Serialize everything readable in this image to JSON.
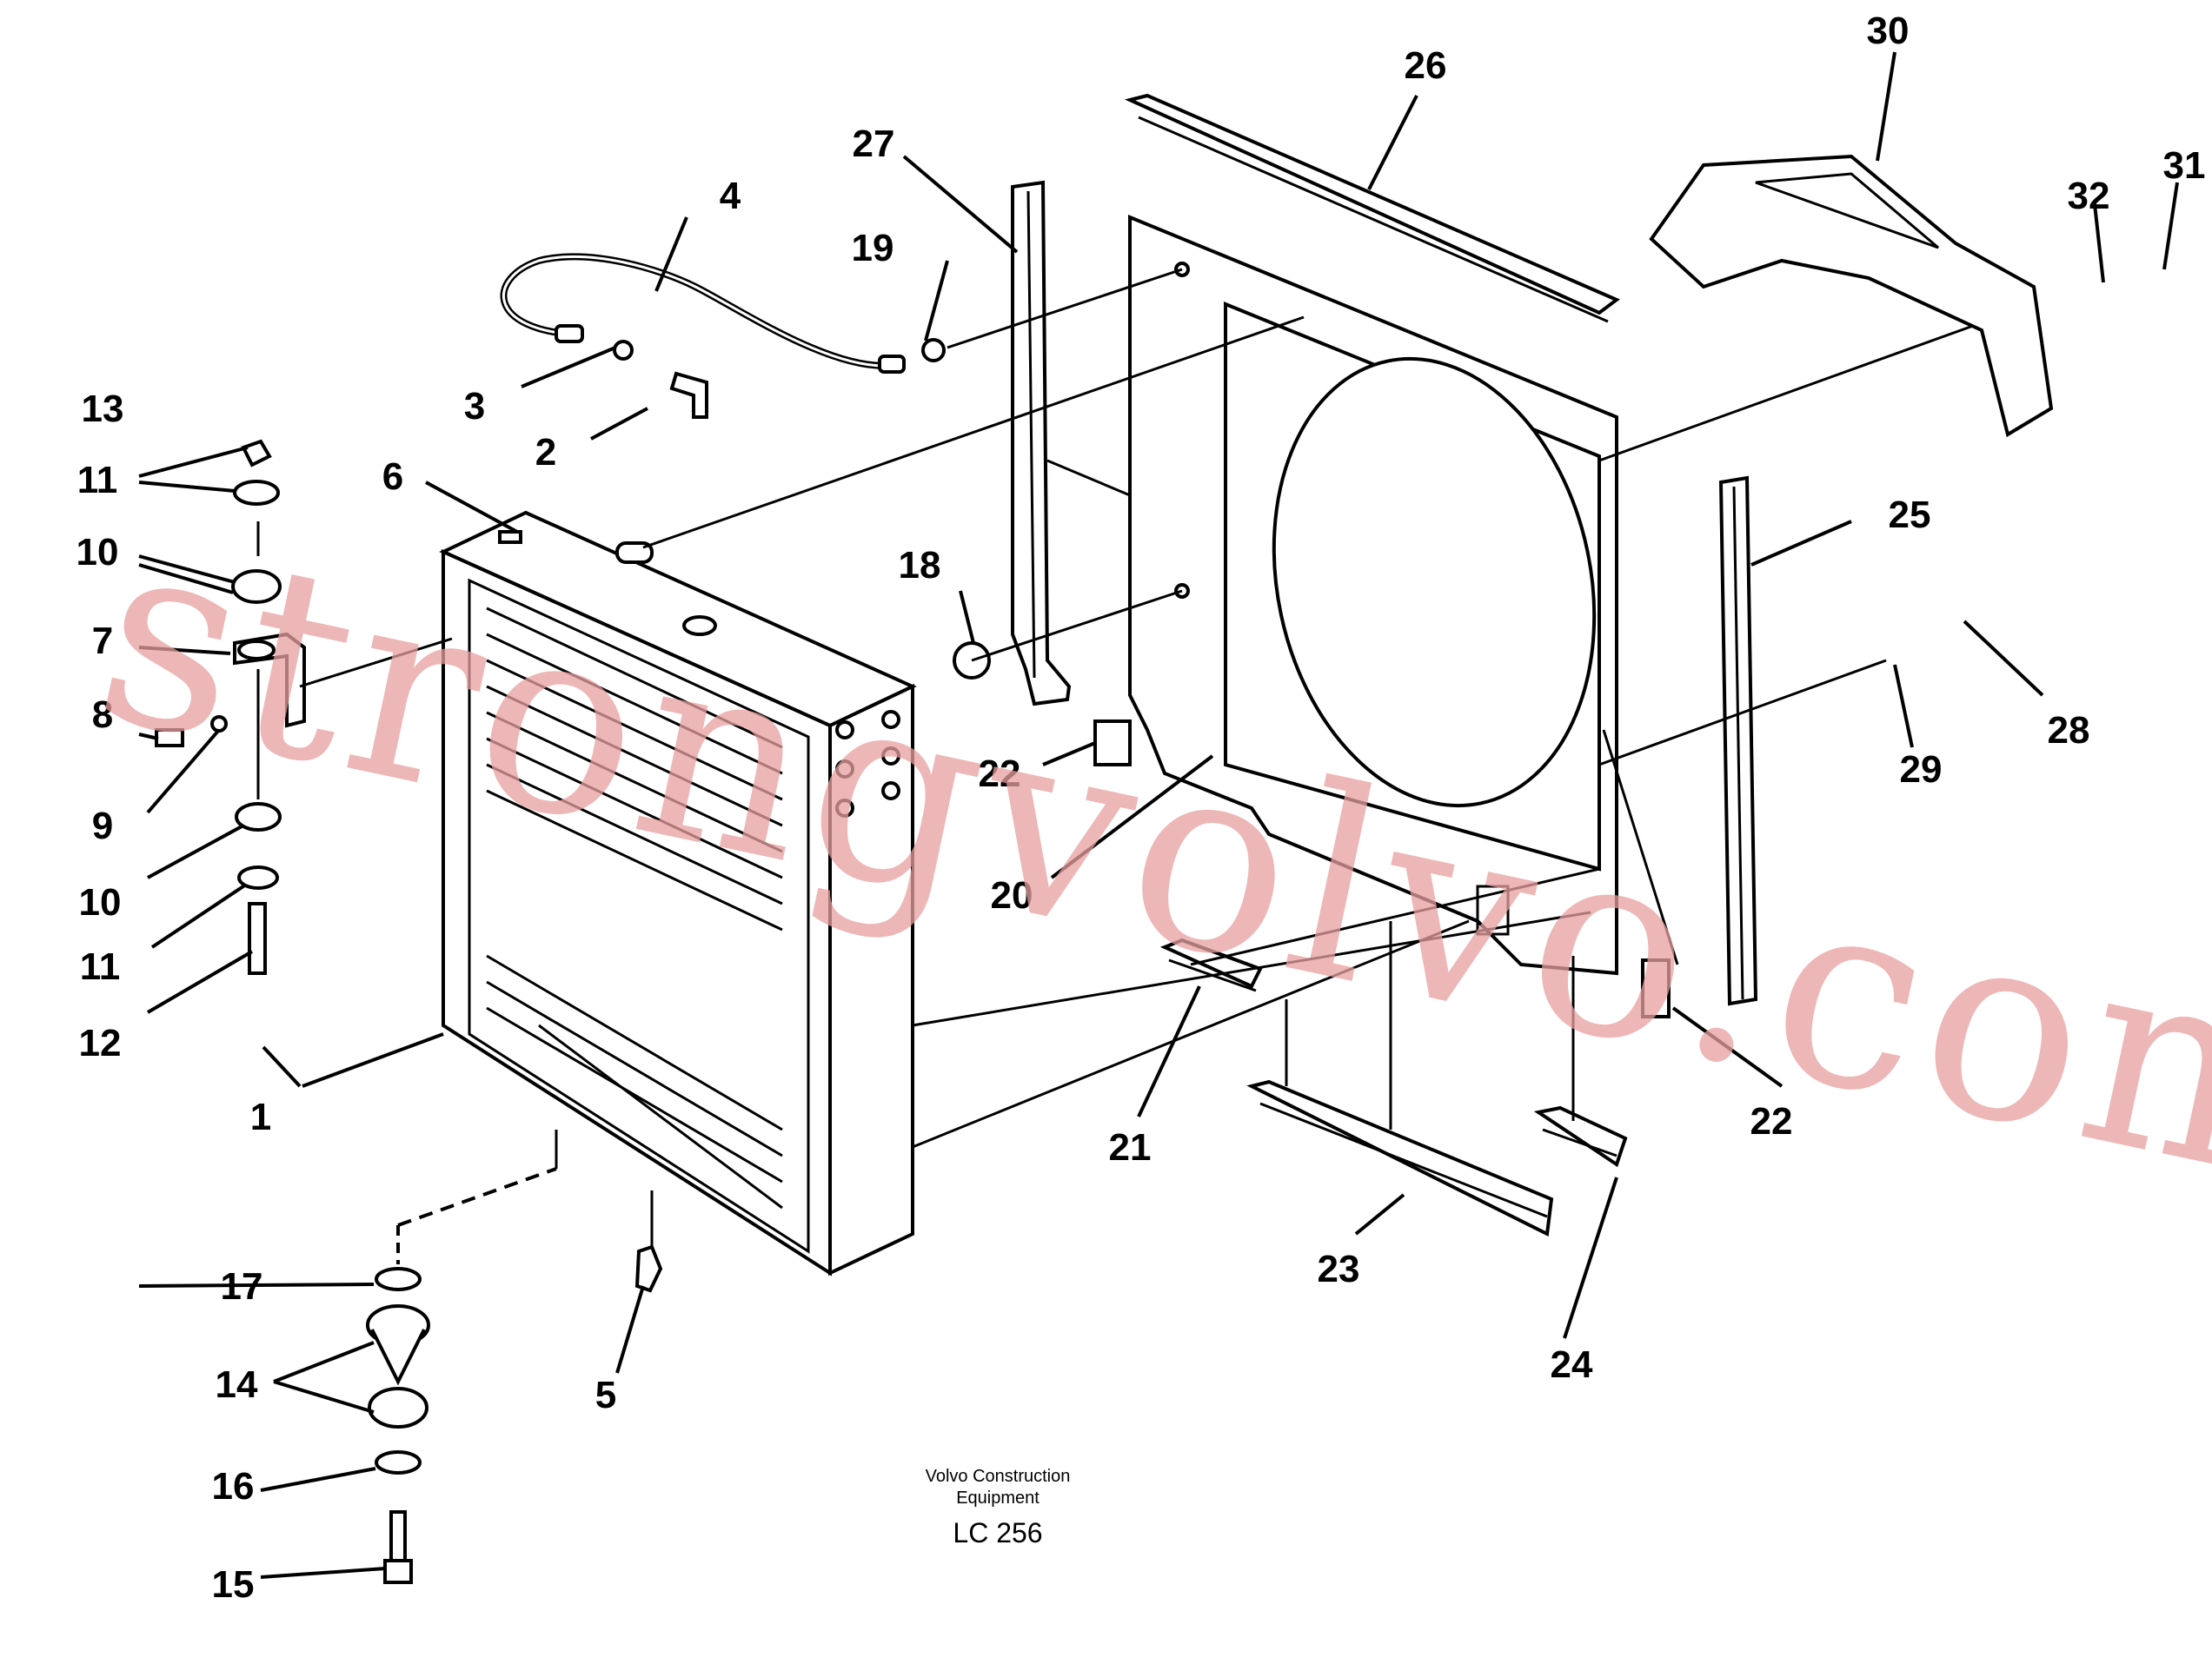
{
  "callouts": [
    {
      "id": "c1",
      "text": "1"
    },
    {
      "id": "c2",
      "text": "2"
    },
    {
      "id": "c3",
      "text": "3"
    },
    {
      "id": "c4",
      "text": "4"
    },
    {
      "id": "c5",
      "text": "5"
    },
    {
      "id": "c6",
      "text": "6"
    },
    {
      "id": "c7",
      "text": "7"
    },
    {
      "id": "c8",
      "text": "8"
    },
    {
      "id": "c9",
      "text": "9"
    },
    {
      "id": "c10a",
      "text": "10"
    },
    {
      "id": "c10b",
      "text": "10"
    },
    {
      "id": "c11a",
      "text": "11"
    },
    {
      "id": "c11b",
      "text": "11"
    },
    {
      "id": "c12",
      "text": "12"
    },
    {
      "id": "c13",
      "text": "13"
    },
    {
      "id": "c14",
      "text": "14"
    },
    {
      "id": "c15",
      "text": "15"
    },
    {
      "id": "c16",
      "text": "16"
    },
    {
      "id": "c17",
      "text": "17"
    },
    {
      "id": "c18",
      "text": "18"
    },
    {
      "id": "c19",
      "text": "19"
    },
    {
      "id": "c20",
      "text": "20"
    },
    {
      "id": "c21",
      "text": "21"
    },
    {
      "id": "c22a",
      "text": "22"
    },
    {
      "id": "c22b",
      "text": "22"
    },
    {
      "id": "c23",
      "text": "23"
    },
    {
      "id": "c24",
      "text": "24"
    },
    {
      "id": "c25",
      "text": "25"
    },
    {
      "id": "c26",
      "text": "26"
    },
    {
      "id": "c27",
      "text": "27"
    },
    {
      "id": "c28",
      "text": "28"
    },
    {
      "id": "c29",
      "text": "29"
    },
    {
      "id": "c30",
      "text": "30"
    },
    {
      "id": "c31",
      "text": "31"
    },
    {
      "id": "c32",
      "text": "32"
    }
  ],
  "caption": {
    "line1": "Volvo Construction",
    "line2": "Equipment",
    "code": "LC 256"
  },
  "watermark": "strongvolvo.com"
}
